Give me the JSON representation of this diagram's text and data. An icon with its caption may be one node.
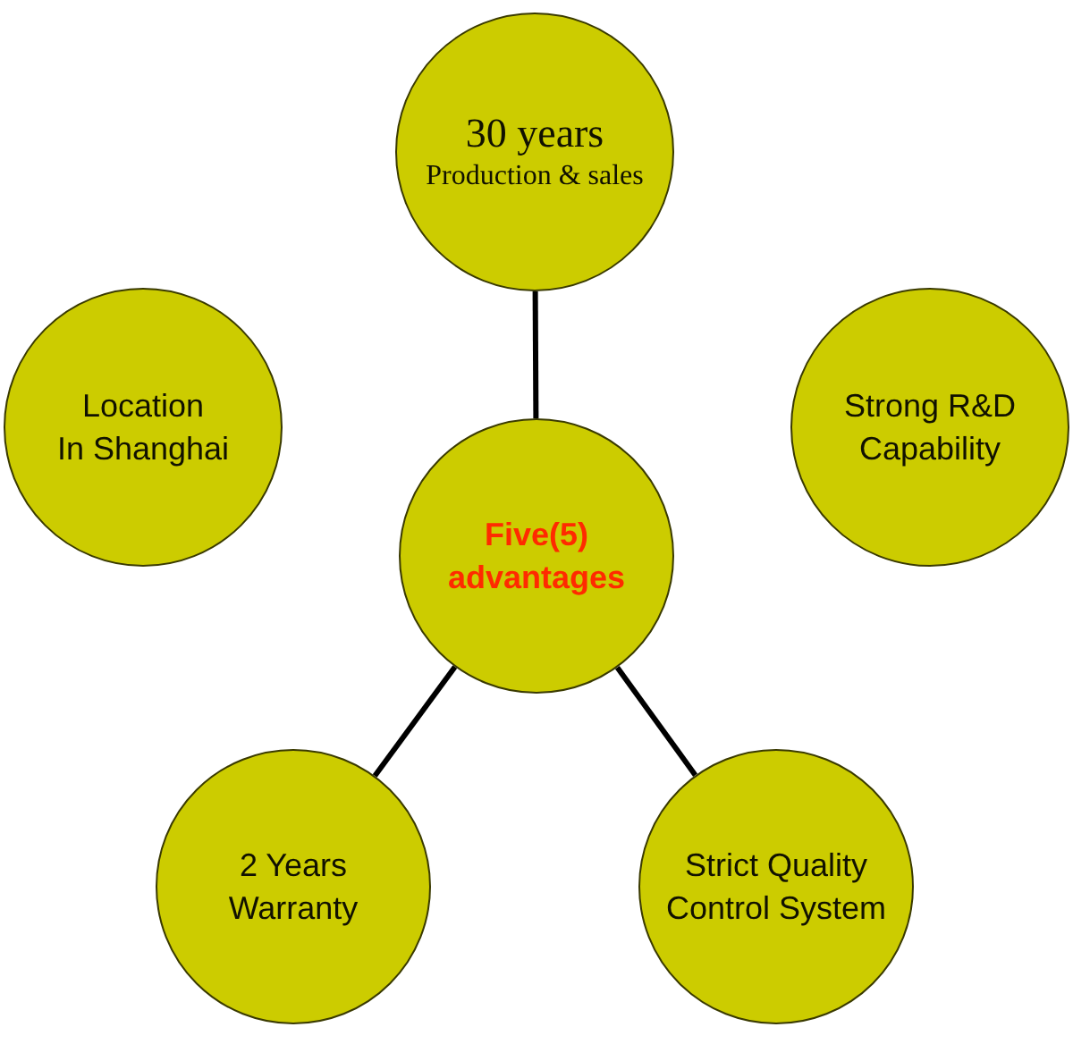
{
  "diagram": {
    "nodes": [
      {
        "text": [
          "30 years",
          "Production & sales"
        ]
      },
      {
        "text": [
          "Location In Shanghai"
        ]
      },
      {
        "text": [
          "Strong R&D Capability"
        ]
      },
      {
        "text": [
          "Five(5) advantages"
        ]
      },
      {
        "text": [
          "2 Years Warranty"
        ]
      },
      {
        "text": [
          "Strict Quality Control System"
        ]
      }
    ],
    "edges": [
      {
        "from": 3,
        "to": 0,
        "arrow": "none"
      },
      {
        "from": 3,
        "to": 4,
        "arrow": "none"
      },
      {
        "from": 3,
        "to": 5,
        "arrow": "none"
      }
    ]
  }
}
